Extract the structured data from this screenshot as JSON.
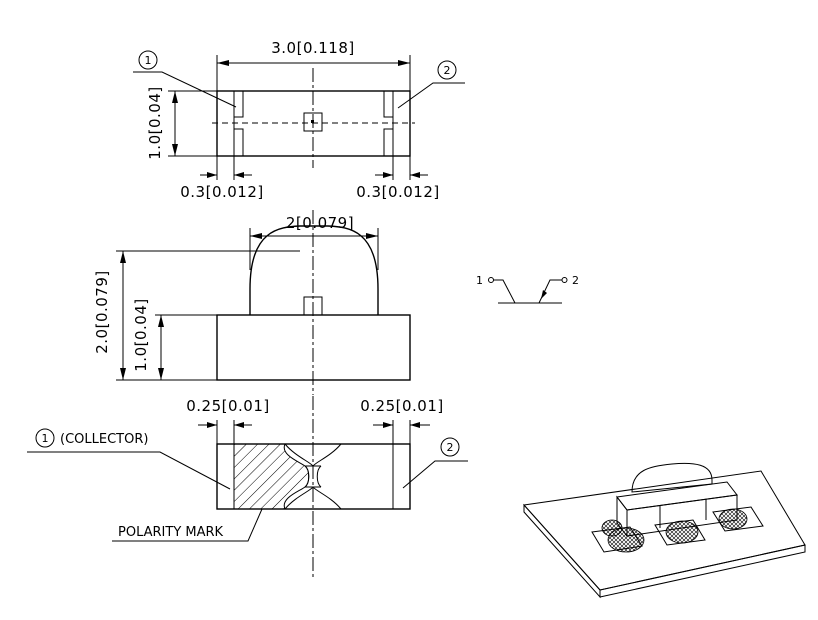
{
  "top_view": {
    "width_dim": "3.0[0.118]",
    "height_dim": "1.0[0.04]",
    "left_pad_dim": "0.3[0.012]",
    "right_pad_dim": "0.3[0.012]",
    "pin1_label": "1",
    "pin2_label": "2"
  },
  "side_view": {
    "lens_width_dim": "2[0.079]",
    "total_height_dim": "2.0[0.079]",
    "body_height_dim": "1.0[0.04]"
  },
  "bottom_view": {
    "left_pad_dim": "0.25[0.01]",
    "right_pad_dim": "0.25[0.01]",
    "pin1_label": "1",
    "pin1_caption": "(COLLECTOR)",
    "pin2_label": "2",
    "polarity_label": "POLARITY MARK"
  },
  "schematic": {
    "pin1": "1",
    "pin2": "2"
  }
}
